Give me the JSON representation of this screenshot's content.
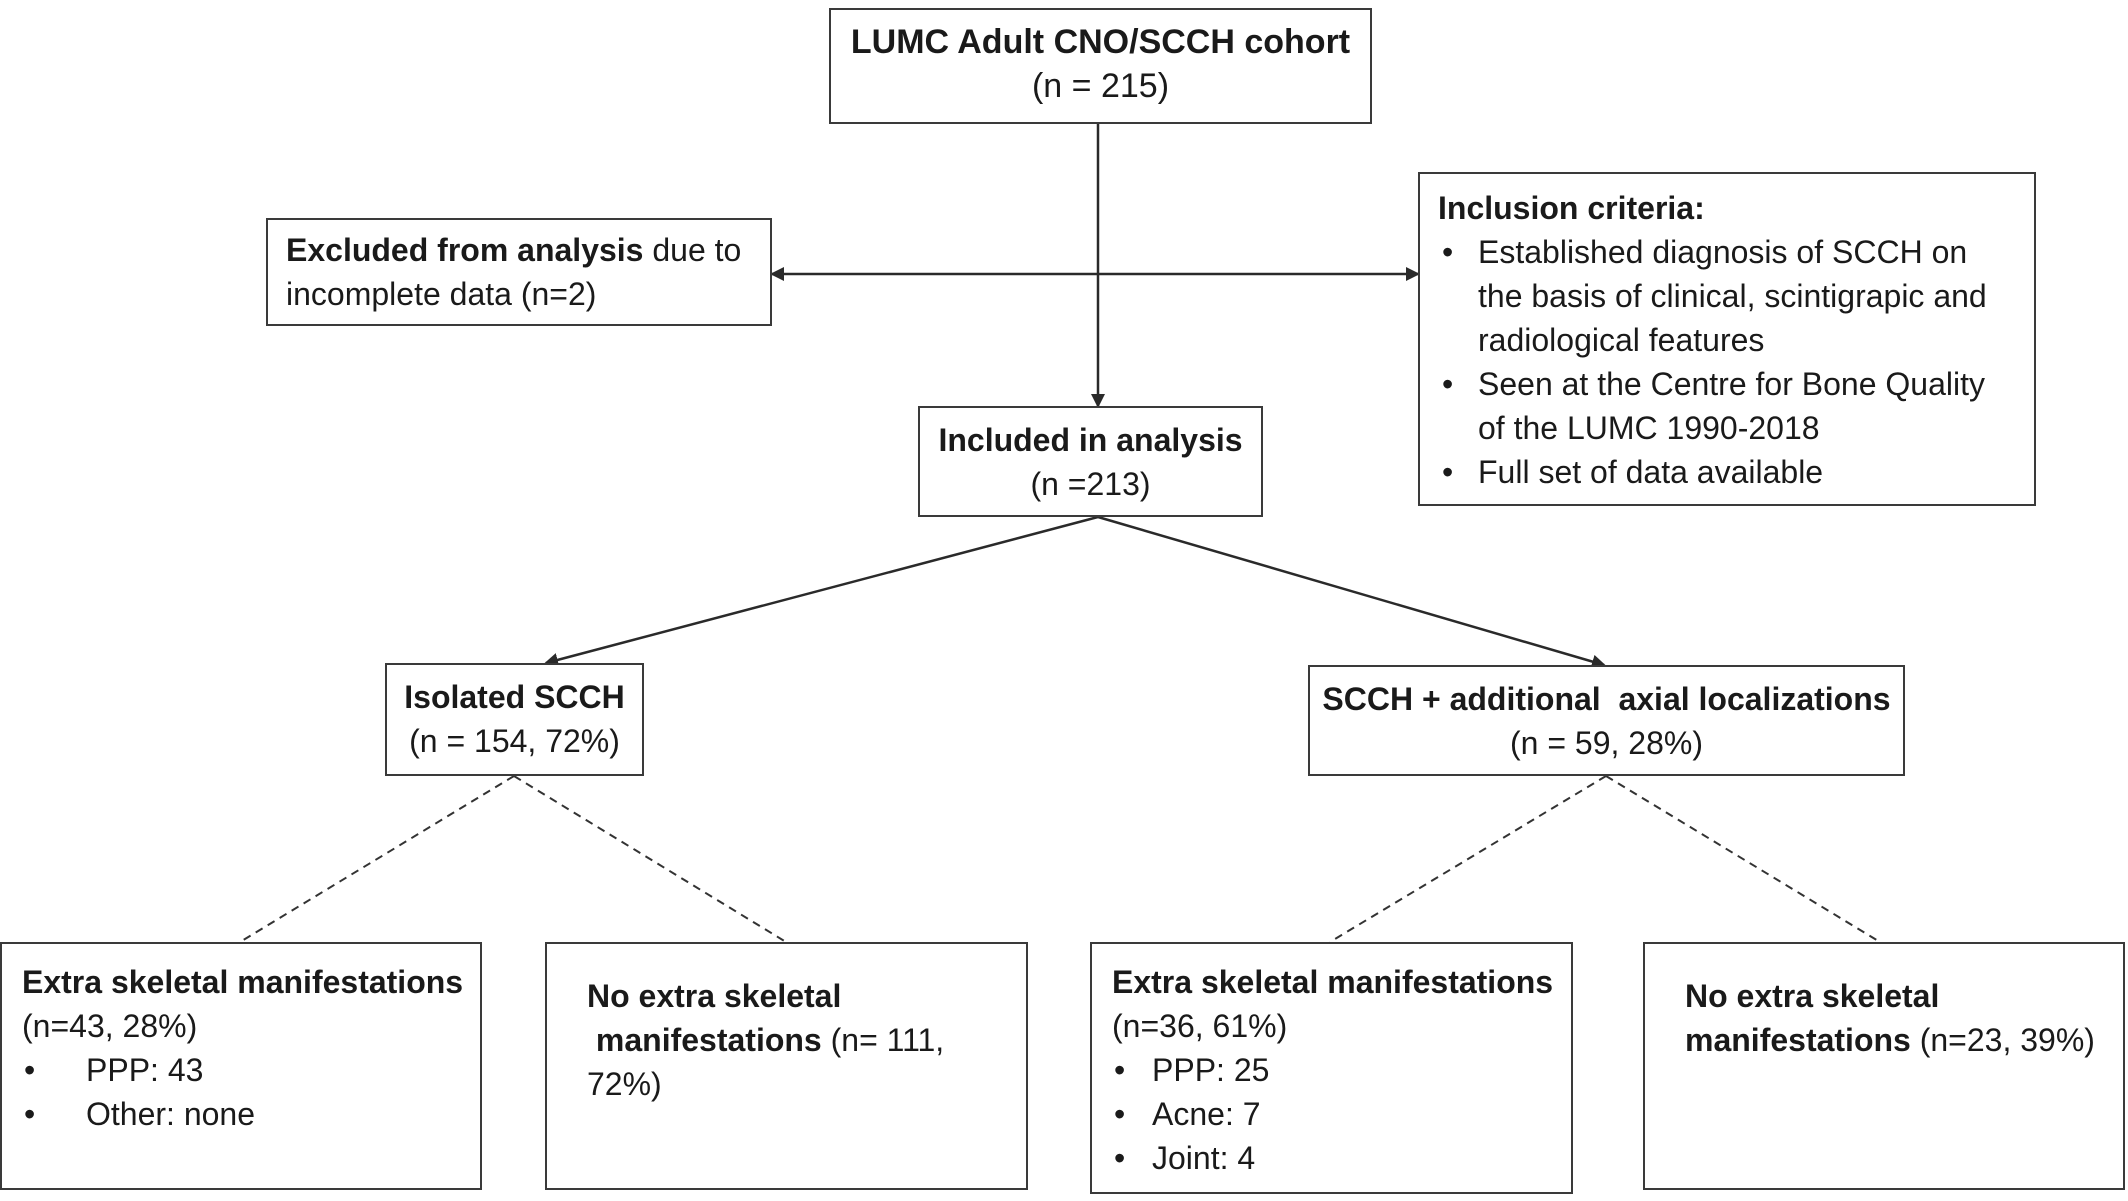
{
  "cohort": {
    "title": "LUMC Adult CNO/SCCH cohort",
    "n": "(n = 215)"
  },
  "excluded": {
    "bold": "Excluded from analysis",
    "rest": " due to",
    "line2": "incomplete data (n=2)"
  },
  "inclusion": {
    "title": "Inclusion criteria:",
    "items": [
      [
        "Established diagnosis of SCCH on",
        "the basis of clinical, scintigrapic and",
        "radiological features"
      ],
      [
        "Seen at the Centre for Bone Quality",
        "of the LUMC 1990-2018"
      ],
      [
        "Full set of data available"
      ]
    ]
  },
  "included": {
    "title": "Included in analysis",
    "n": "(n =213)"
  },
  "isolated": {
    "title": "Isolated SCCH",
    "n": "(n = 154, 72%)"
  },
  "additional": {
    "title": "SCCH + additional  axial localizations",
    "n": "(n = 59, 28%)"
  },
  "leaves": [
    {
      "title": "Extra skeletal manifestations",
      "n": "(n=43, 28%)",
      "items": [
        "PPP: 43",
        "Other: none"
      ]
    },
    {
      "bold1": "No extra skeletal",
      "bold2": " manifestations",
      "rest": " (n= 111,",
      "line3": "72%)"
    },
    {
      "title": "Extra skeletal manifestations",
      "n": "(n=36, 61%)",
      "items": [
        "PPP: 25",
        "Acne: 7",
        "Joint: 4"
      ]
    },
    {
      "bold1": "No extra skeletal",
      "bold2": "manifestations",
      "rest": " (n=23, 39%)"
    }
  ],
  "bullet": "•"
}
